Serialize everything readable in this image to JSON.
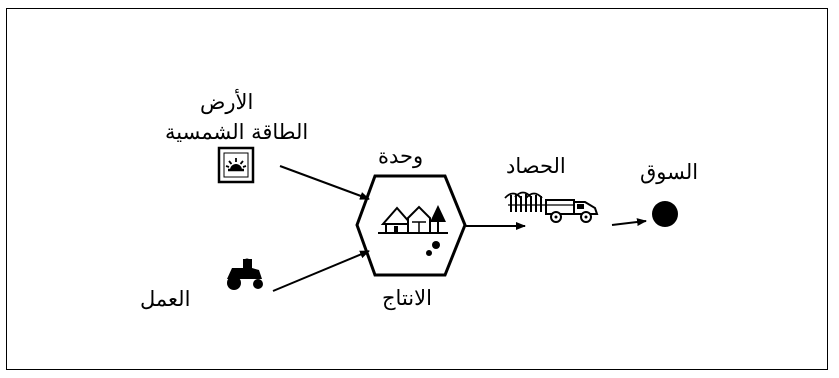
{
  "diagram": {
    "nodes": {
      "land": {
        "label": "الأرض",
        "icon": "sun-icon"
      },
      "solar_energy": {
        "label": "الطاقة الشمسية"
      },
      "labor": {
        "label": "العمل",
        "icon": "tractor-icon"
      },
      "production_unit": {
        "label_top": "وحدة",
        "label_bottom": "الانتاج",
        "icon": "farm-hexagon-icon"
      },
      "harvest": {
        "label": "الحصاد",
        "icon": "harvester-truck-icon"
      },
      "market": {
        "label": "السوق",
        "icon": "market-dot-icon"
      }
    },
    "edges": [
      {
        "from": "solar_energy",
        "to": "production_unit"
      },
      {
        "from": "labor",
        "to": "production_unit"
      },
      {
        "from": "production_unit",
        "to": "harvest"
      },
      {
        "from": "harvest",
        "to": "market"
      }
    ],
    "colors": {
      "ink": "#000000",
      "background": "#ffffff"
    }
  }
}
